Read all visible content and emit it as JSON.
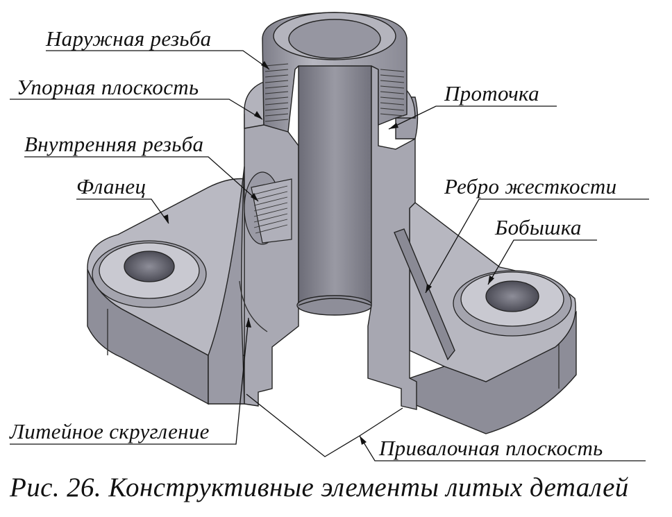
{
  "labels": {
    "outer_thread": "Наружная резьба",
    "stop_plane": "Упорная плоскость",
    "inner_thread": "Внутренняя резьба",
    "flange": "Фланец",
    "groove": "Проточка",
    "rib": "Ребро жесткости",
    "boss": "Бобышка",
    "fillet": "Литейное скругление",
    "mating_plane": "Привалочная плоскость"
  },
  "caption": "Рис. 26. Конструктивные элементы литых деталей"
}
